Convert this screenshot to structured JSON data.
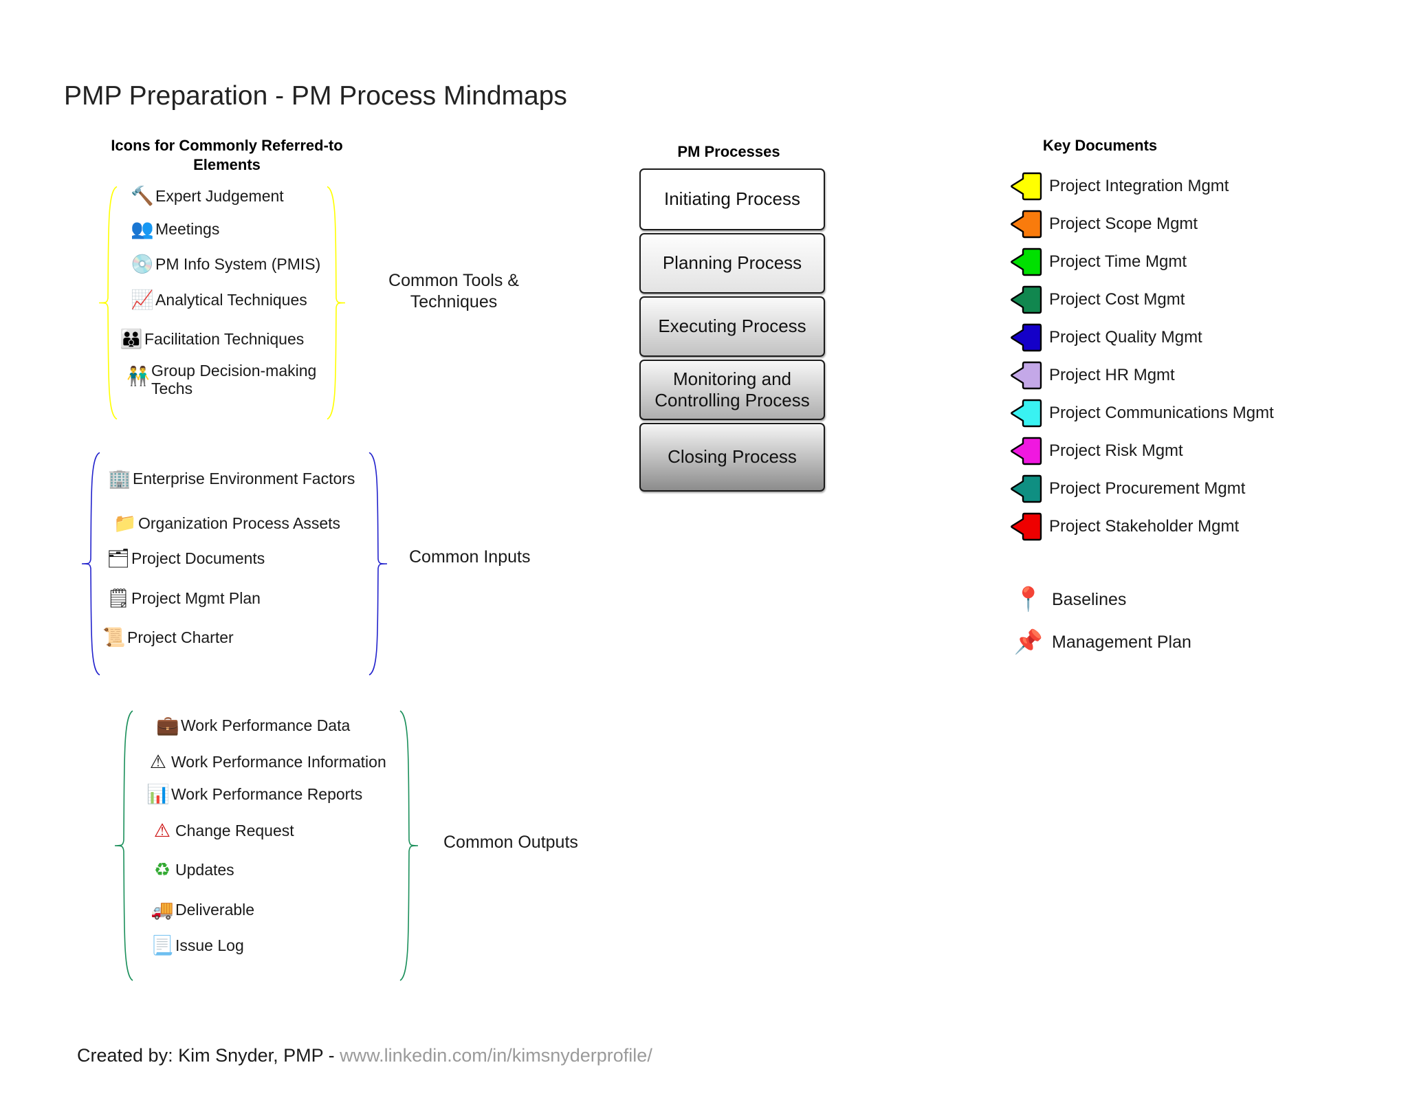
{
  "page": {
    "title": "PMP Preparation - PM Process Mindmaps"
  },
  "columns": {
    "icons_heading": "Icons for Commonly Referred-to Elements",
    "processes_heading": "PM Processes",
    "keydocs_heading": "Key Documents"
  },
  "groups": {
    "tools": {
      "label": "Common Tools & Techniques",
      "brace_color": "#ffff00",
      "items": [
        {
          "icon": "gavel-icon",
          "glyph": "🔨",
          "label": "Expert Judgement"
        },
        {
          "icon": "meetings-people-icon",
          "glyph": "👥",
          "label": "Meetings"
        },
        {
          "icon": "software-box-icon",
          "glyph": "💿",
          "label": "PM Info System (PMIS)"
        },
        {
          "icon": "chart-document-icon",
          "glyph": "📈",
          "label": "Analytical Techniques"
        },
        {
          "icon": "group-of-people-icon",
          "glyph": "👪",
          "label": "Facilitation Techniques"
        },
        {
          "icon": "people-plus-icon",
          "glyph": "👬",
          "label": "Group Decision-making Techs"
        }
      ]
    },
    "inputs": {
      "label": "Common Inputs",
      "brace_color": "#2222cc",
      "items": [
        {
          "icon": "buildings-icon",
          "glyph": "🏢",
          "label": "Enterprise Environment Factors"
        },
        {
          "icon": "orange-folder-icon",
          "glyph": "📁",
          "label": "Organization Process Assets"
        },
        {
          "icon": "blue-folder-open-icon",
          "glyph": "🗂",
          "label": "Project Documents"
        },
        {
          "icon": "plan-sheet-icon",
          "glyph": "🗒",
          "label": "Project Mgmt Plan"
        },
        {
          "icon": "scroll-icon",
          "glyph": "📜",
          "label": "Project Charter"
        }
      ]
    },
    "outputs": {
      "label": "Common Outputs",
      "brace_color": "#1a8f5a",
      "items": [
        {
          "icon": "briefcase-icon",
          "glyph": "💼",
          "label": "Work Performance Data"
        },
        {
          "icon": "info-warning-icon",
          "glyph": "⚠",
          "label": "Work Performance Information"
        },
        {
          "icon": "report-document-icon",
          "glyph": "📊",
          "label": "Work Performance Reports"
        },
        {
          "icon": "red-warning-triangle-icon",
          "glyph": "⚠",
          "label": "Change Request"
        },
        {
          "icon": "recycle-refresh-icon",
          "glyph": "♻",
          "label": "Updates"
        },
        {
          "icon": "truck-icon",
          "glyph": "🚚",
          "label": "Deliverable"
        },
        {
          "icon": "lined-page-icon",
          "glyph": "📃",
          "label": "Issue Log"
        }
      ]
    }
  },
  "processes": [
    {
      "label": "Initiating Process",
      "top_color": "#ffffff",
      "bottom_color": "#ffffff",
      "height": 90
    },
    {
      "label": "Planning Process",
      "top_color": "#fdfdfd",
      "bottom_color": "#e6e6e6",
      "height": 88
    },
    {
      "label": "Executing Process",
      "top_color": "#fafafa",
      "bottom_color": "#c4c4c4",
      "height": 88
    },
    {
      "label": "Monitoring and Controlling Process",
      "top_color": "#f7f7f7",
      "bottom_color": "#b0b0b0",
      "height": 88
    },
    {
      "label": "Closing Process",
      "top_color": "#f5f5f5",
      "bottom_color": "#8e8e8e",
      "height": 100
    }
  ],
  "key_documents": [
    {
      "label": "Project Integration Mgmt",
      "color": "#ffff00"
    },
    {
      "label": "Project Scope Mgmt",
      "color": "#f97b0c"
    },
    {
      "label": "Project Time Mgmt",
      "color": "#00e000"
    },
    {
      "label": "Project Cost Mgmt",
      "color": "#11874f"
    },
    {
      "label": "Project Quality Mgmt",
      "color": "#1400c8"
    },
    {
      "label": "Project HR Mgmt",
      "color": "#c4a8e8"
    },
    {
      "label": "Project Communications Mgmt",
      "color": "#39f2f2"
    },
    {
      "label": "Project Risk Mgmt",
      "color": "#f018e0"
    },
    {
      "label": "Project Procurement Mgmt",
      "color": "#0f8f82"
    },
    {
      "label": "Project Stakeholder Mgmt",
      "color": "#ee0000"
    }
  ],
  "extra_documents": [
    {
      "icon": "map-pin-icon",
      "glyph": "📍",
      "label": "Baselines"
    },
    {
      "icon": "pushpin-icon",
      "glyph": "📌",
      "label": "Management Plan"
    }
  ],
  "footer": {
    "credit": "Created by: Kim Snyder, PMP - ",
    "url": "www.linkedin.com/in/kimsnyderprofile/"
  }
}
